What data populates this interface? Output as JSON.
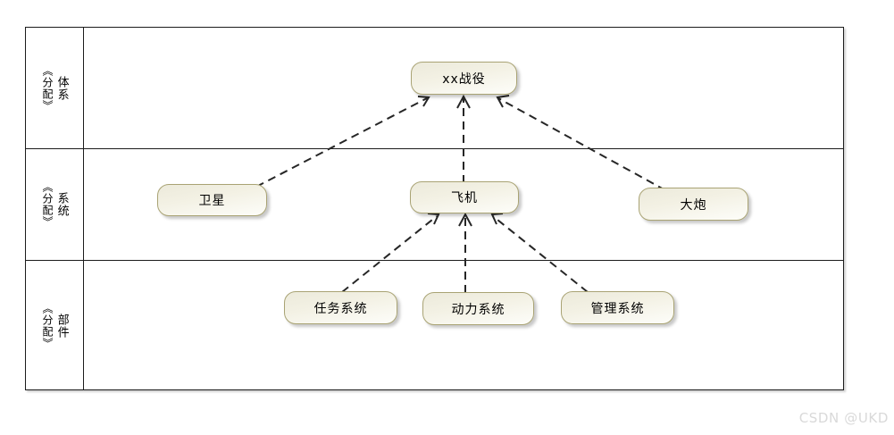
{
  "diagram": {
    "title": "",
    "watermark": "CSDN @UKD",
    "lanes": [
      {
        "id": "lane-system-of-systems",
        "stereotype": "《分配》",
        "name": "体系"
      },
      {
        "id": "lane-system",
        "stereotype": "《分配》",
        "name": "系统"
      },
      {
        "id": "lane-component",
        "stereotype": "《分配》",
        "name": "部件"
      }
    ],
    "nodes": [
      {
        "id": "node-campaign",
        "label": "xx战役",
        "lane": 0
      },
      {
        "id": "node-satellite",
        "label": "卫星",
        "lane": 1
      },
      {
        "id": "node-aircraft",
        "label": "飞机",
        "lane": 1
      },
      {
        "id": "node-cannon",
        "label": "大炮",
        "lane": 1
      },
      {
        "id": "node-mission-system",
        "label": "任务系统",
        "lane": 2
      },
      {
        "id": "node-power-system",
        "label": "动力系统",
        "lane": 2
      },
      {
        "id": "node-management-system",
        "label": "管理系统",
        "lane": 2
      }
    ],
    "edges": [
      {
        "id": "edge-satellite-campaign",
        "from": "node-satellite",
        "to": "node-campaign",
        "style": "dashed",
        "arrow": "open"
      },
      {
        "id": "edge-aircraft-campaign",
        "from": "node-aircraft",
        "to": "node-campaign",
        "style": "dashed",
        "arrow": "open"
      },
      {
        "id": "edge-cannon-campaign",
        "from": "node-cannon",
        "to": "node-campaign",
        "style": "dashed",
        "arrow": "open"
      },
      {
        "id": "edge-mission-system-aircraft",
        "from": "node-mission-system",
        "to": "node-aircraft",
        "style": "dashed",
        "arrow": "open"
      },
      {
        "id": "edge-power-system-aircraft",
        "from": "node-power-system",
        "to": "node-aircraft",
        "style": "dashed",
        "arrow": "open"
      },
      {
        "id": "edge-management-system-aircraft",
        "from": "node-management-system",
        "to": "node-aircraft",
        "style": "dashed",
        "arrow": "open"
      }
    ],
    "colors": {
      "node_fill": "#f3f1e4",
      "node_border": "#a9a374",
      "frame_border": "#1c1c1c",
      "edge": "#262626",
      "watermark": "#d9d9d9"
    }
  }
}
